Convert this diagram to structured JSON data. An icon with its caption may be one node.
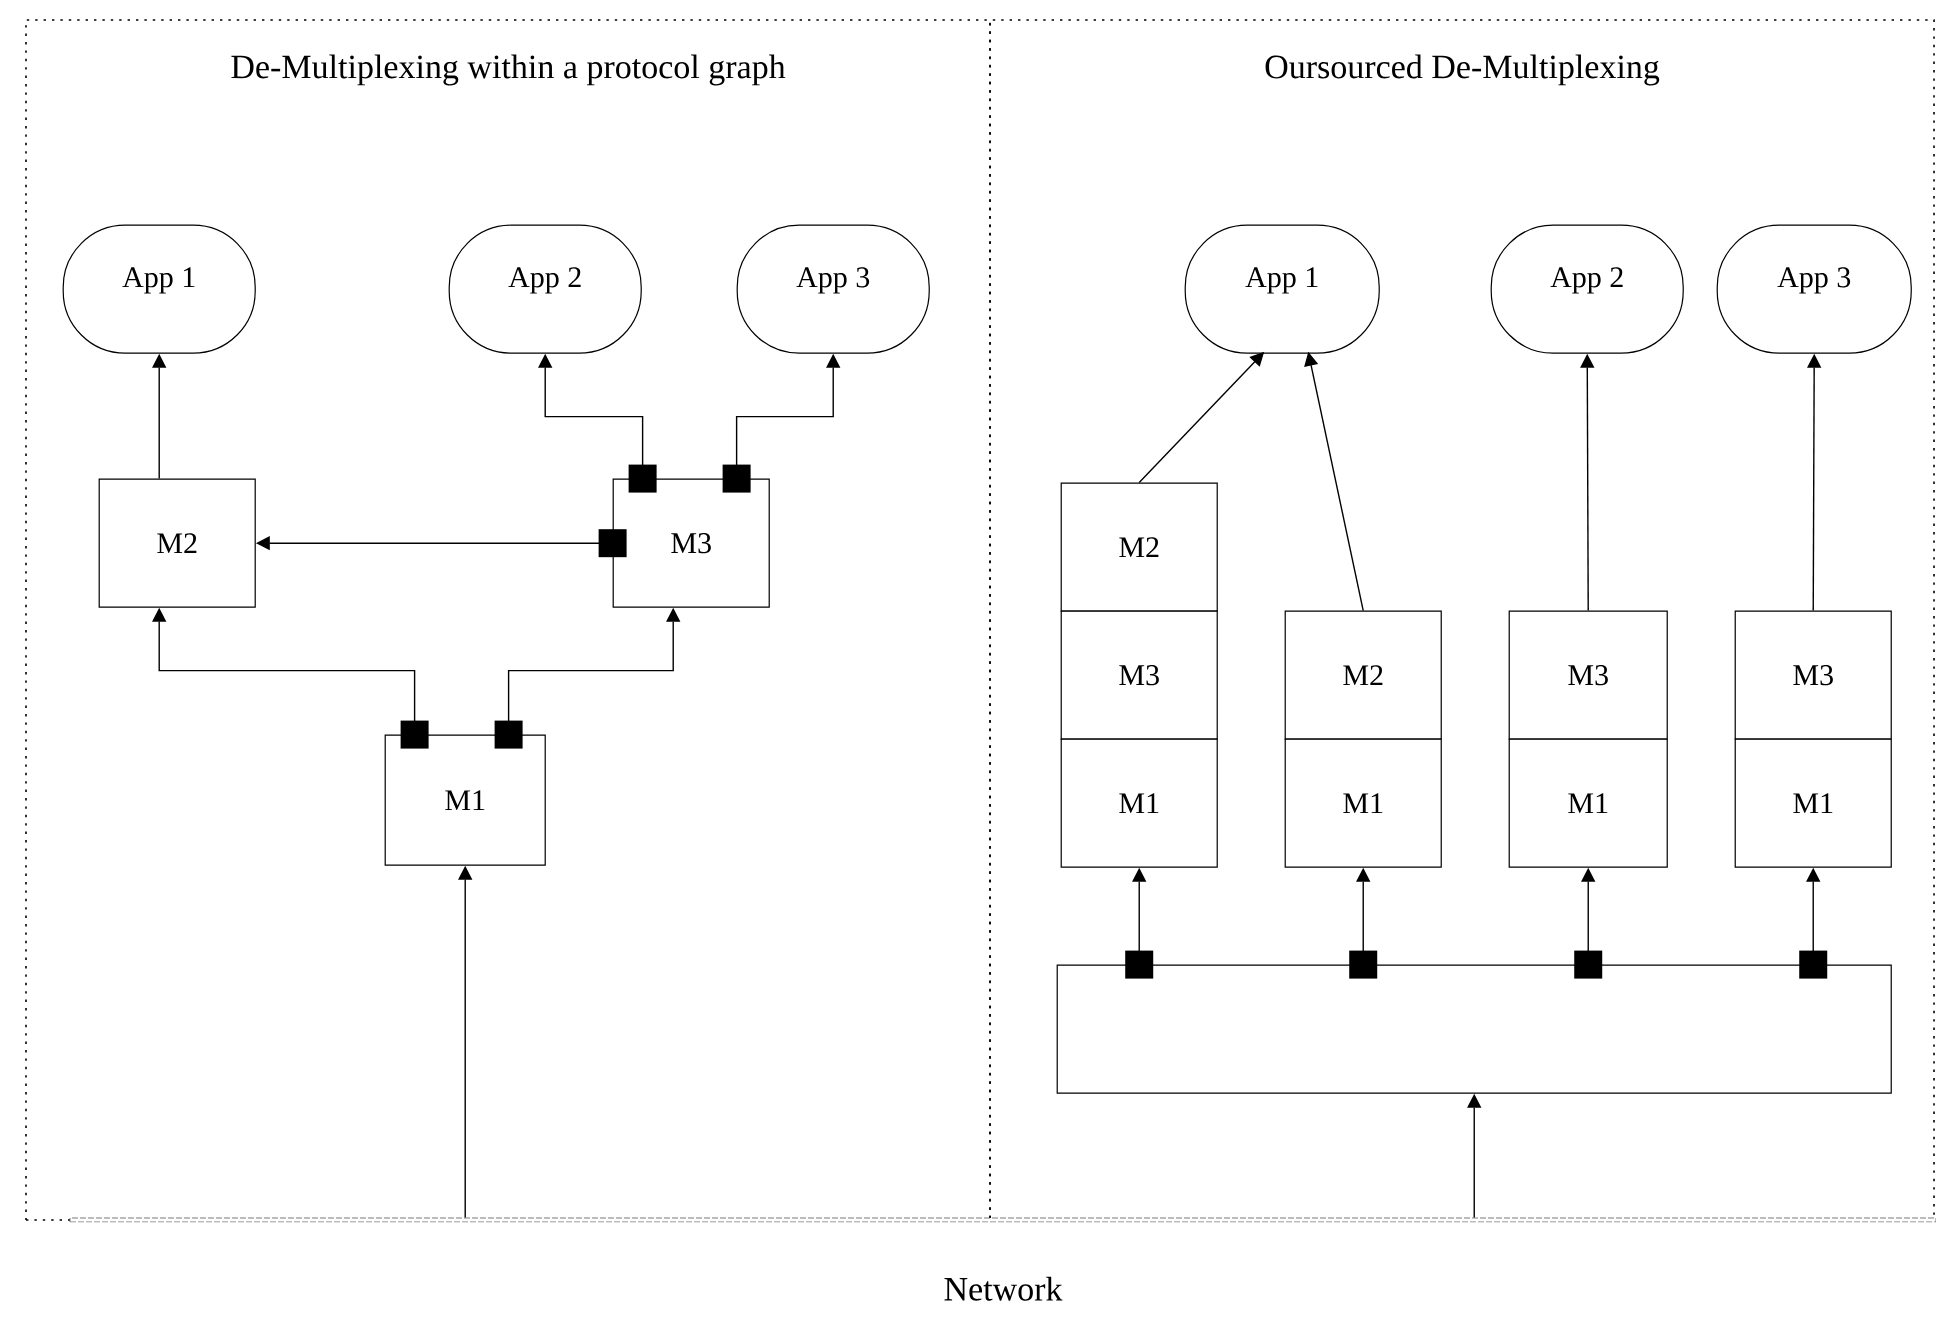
{
  "diagram": {
    "nodes": [
      {
        "text": [
          "De-Multiplexing within a protocol graph"
        ]
      },
      {
        "text": [
          "App 1"
        ],
        "in": 0
      },
      {
        "text": [
          "App 2"
        ],
        "in": 0
      },
      {
        "text": [
          "App 3"
        ],
        "in": 0
      },
      {
        "text": [
          "M2"
        ],
        "in": 0
      },
      {
        "text": [
          "M3"
        ],
        "in": 0
      },
      {
        "text": [
          "M1"
        ],
        "in": 0
      },
      {
        "text": [
          "Oursourced De-Multiplexing"
        ]
      },
      {
        "text": [
          "App 1"
        ],
        "in": 7
      },
      {
        "text": [
          "App 2"
        ],
        "in": 7
      },
      {
        "text": [
          "App 3"
        ],
        "in": 7
      },
      {
        "text": [
          "M2"
        ],
        "in": 7
      },
      {
        "text": [
          "M3"
        ],
        "in": 7
      },
      {
        "text": [
          "M1"
        ],
        "in": 7
      },
      {
        "text": [
          "M2"
        ],
        "in": 7
      },
      {
        "text": [
          "M1"
        ],
        "in": 7
      },
      {
        "text": [
          "M3"
        ],
        "in": 7
      },
      {
        "text": [
          "M1"
        ],
        "in": 7
      },
      {
        "text": [
          "M3"
        ],
        "in": 7
      },
      {
        "text": [
          "M1"
        ],
        "in": 7
      },
      {
        "text": [],
        "shape": "box",
        "in": 7
      },
      {
        "text": [],
        "shape": "bar",
        "beside": [
          "Network"
        ]
      }
    ],
    "edges": [
      {
        "from": 4,
        "to": 1,
        "arrow": "to"
      },
      {
        "from": 5,
        "to": 2,
        "arrow": "to"
      },
      {
        "from": 5,
        "to": 3,
        "arrow": "to"
      },
      {
        "from": 5,
        "to": 4,
        "arrow": "to"
      },
      {
        "from": 6,
        "to": 4,
        "arrow": "to"
      },
      {
        "from": 6,
        "to": 5,
        "arrow": "to"
      },
      {
        "from": 21,
        "to": 6,
        "arrow": "to"
      },
      {
        "from": 11,
        "to": 8,
        "arrow": "to"
      },
      {
        "from": 14,
        "to": 8,
        "arrow": "to"
      },
      {
        "from": 16,
        "to": 9,
        "arrow": "to"
      },
      {
        "from": 18,
        "to": 10,
        "arrow": "to"
      },
      {
        "from": 20,
        "to": 13,
        "arrow": "to"
      },
      {
        "from": 20,
        "to": 15,
        "arrow": "to"
      },
      {
        "from": 20,
        "to": 17,
        "arrow": "to"
      },
      {
        "from": 20,
        "to": 19,
        "arrow": "to"
      },
      {
        "from": 21,
        "to": 20,
        "arrow": "to"
      }
    ]
  }
}
